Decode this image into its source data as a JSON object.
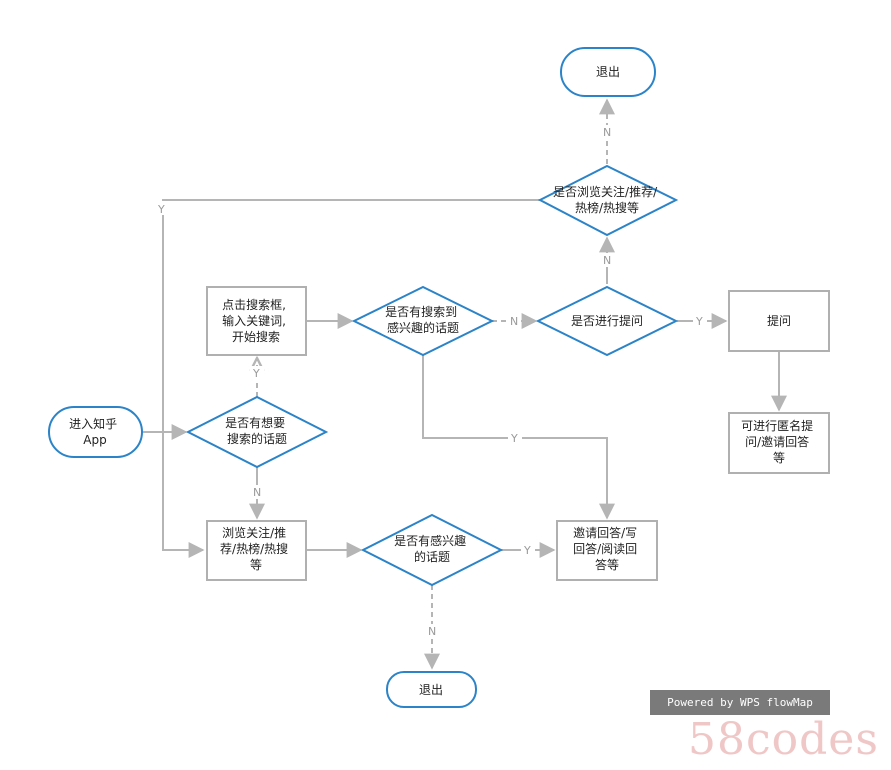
{
  "nodes": {
    "exit_top": "退出",
    "browse_check": [
      "是否浏览关注/推荐/",
      "热榜/热搜等"
    ],
    "click_search": [
      "点击搜索框,",
      "输入关键词,",
      "开始搜索"
    ],
    "search_found": [
      "是否有搜索到",
      "感兴趣的话题"
    ],
    "ask_check": "是否进行提问",
    "ask": "提问",
    "anonymous": [
      "可进行匿名提",
      "问/邀请回答",
      "等"
    ],
    "enter_app": [
      "进入知乎",
      "App"
    ],
    "want_search": [
      "是否有想要",
      "搜索的话题"
    ],
    "browse_feed": [
      "浏览关注/推",
      "荐/热榜/热搜",
      "等"
    ],
    "interested": [
      "是否有感兴趣",
      "的话题"
    ],
    "invite_answer": [
      "邀请回答/写",
      "回答/阅读回",
      "答等"
    ],
    "exit_bottom": "退出"
  },
  "edge_labels": {
    "yes": "Y",
    "no": "N"
  },
  "colors": {
    "node_stroke": "#2b83c8",
    "box_stroke": "#b0b0b0",
    "edge": "#b5b5b5"
  },
  "watermark": {
    "bar": "Powered by WPS flowMap",
    "site": "58codes"
  }
}
